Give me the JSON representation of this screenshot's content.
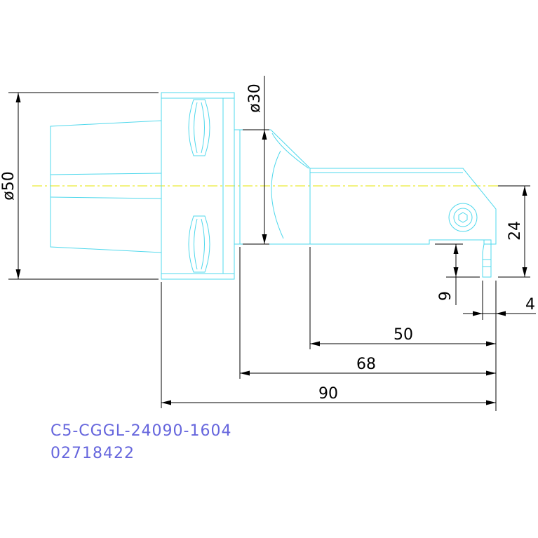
{
  "drawing": {
    "part_code": "C5-CGGL-24090-1604",
    "part_number": "02718422",
    "colors": {
      "outline": "#4fd8ec",
      "dimension": "#000000",
      "centerline": "#e6e600",
      "caption": "#6666dd",
      "background": "#ffffff"
    },
    "dimensions": {
      "shank_diameter": "ø50",
      "neck_diameter": "ø30",
      "height": "24",
      "insert_offset": "9",
      "tip_width": "4",
      "bar_length": "50",
      "neck_length": "68",
      "overall_length": "90"
    }
  }
}
